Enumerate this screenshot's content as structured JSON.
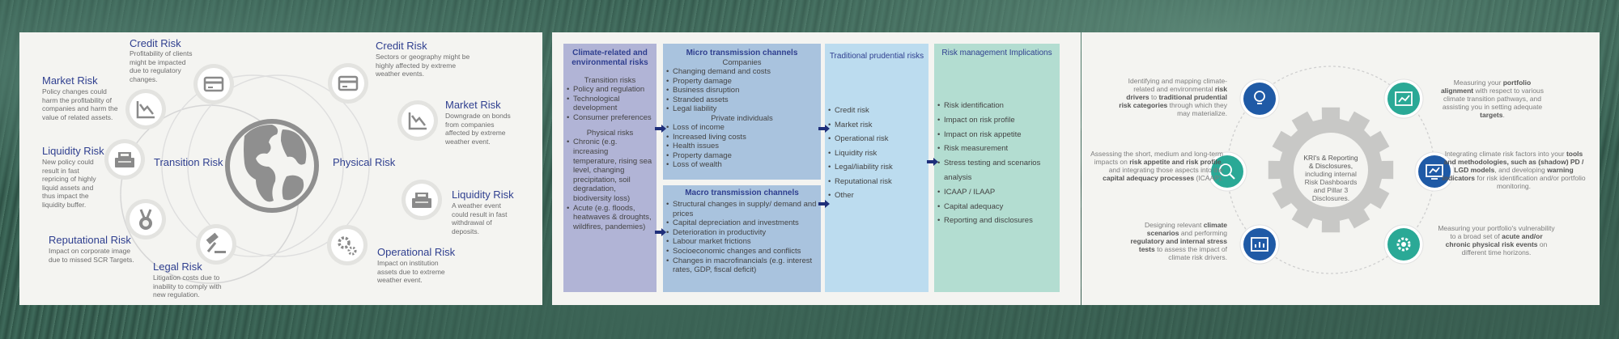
{
  "panel1": {
    "center_left": "Transition Risk",
    "center_right": "Physical Risk",
    "transition": [
      {
        "title": "Credit Risk",
        "desc": "Profitability of clients might be impacted due to regulatory changes.",
        "icon": "credit-card-icon"
      },
      {
        "title": "Market Risk",
        "desc": "Policy changes could harm the profitability of companies and harm the value of related assets.",
        "icon": "chart-down-icon"
      },
      {
        "title": "Liquidity Risk",
        "desc": "New policy could result in fast repricing of highly liquid assets and thus impact the liquidity buffer.",
        "icon": "cash-register-icon"
      },
      {
        "title": "Reputational Risk",
        "desc": "Impact on corporate image due to missed SCR Targets.",
        "icon": "medal-icon"
      },
      {
        "title": "Legal Risk",
        "desc": "Litigation costs due to inability to comply with new regulation.",
        "icon": "gavel-icon"
      }
    ],
    "physical": [
      {
        "title": "Credit Risk",
        "desc": "Sectors or geography might be highly affected by extreme weather events.",
        "icon": "credit-card-icon"
      },
      {
        "title": "Market Risk",
        "desc": "Downgrade on bonds from companies affected by extreme weather event.",
        "icon": "chart-down-icon"
      },
      {
        "title": "Liquidity Risk",
        "desc": "A weather event could result in fast withdrawal of deposits.",
        "icon": "cash-register-icon"
      },
      {
        "title": "Operational Risk",
        "desc": "Impact on institution assets due to extreme weather event.",
        "icon": "gears-icon"
      }
    ]
  },
  "panel2": {
    "col1": {
      "title": "Climate-related and environmental risks",
      "sub1": "Transition risks",
      "items1": [
        "Policy and regulation",
        "Technological development",
        "Consumer preferences"
      ],
      "sub2": "Physical risks",
      "items2": [
        "Chronic (e.g. increasing temperature, rising sea level, changing precipitation, soil degradation, biodiversity loss)",
        "Acute (e.g. floods, heatwaves & droughts, wildfires, pandemies)"
      ]
    },
    "col2a": {
      "title": "Micro transmission channels",
      "sub1": "Companies",
      "items1": [
        "Changing demand and costs",
        "Property damage",
        "Business disruption",
        "Stranded assets",
        "Legal liability"
      ],
      "sub2": "Private individuals",
      "items2": [
        "Loss of income",
        "Increased living costs",
        "Health issues",
        "Property damage",
        "Loss of wealth"
      ]
    },
    "col2b": {
      "title": "Macro transmission channels",
      "items": [
        "Structural changes in supply/ demand and prices",
        "Capital depreciation and investments",
        "Deterioration in productivity",
        "Labour market frictions",
        "Socioeconomic changes and conflicts",
        "Changes in macrofinancials (e.g. interest rates, GDP, fiscal deficit)"
      ]
    },
    "col3": {
      "title": "Traditional prudential risks",
      "items": [
        "Credit risk",
        "Market risk",
        "Operational risk",
        "Liquidity risk",
        "Legal/liability risk",
        "Reputational risk",
        "Other"
      ]
    },
    "col4": {
      "title": "Risk management Implications",
      "items": [
        "Risk identification",
        "Impact on risk profile",
        "Impact on risk appetite",
        "Risk measurement",
        "Stress testing and scenarios analysis",
        "ICAAP / ILAAP",
        "Capital adequacy",
        "Reporting and disclosures"
      ]
    }
  },
  "panel3": {
    "gear_lines": [
      "KRI's & Reporting",
      "& Disclosures,",
      "including internal",
      "Risk Dashboards",
      "and Pillar 3",
      "Disclosures."
    ],
    "left1": [
      "Identifying and mapping climate-",
      "related and environmental ",
      "risk",
      "drivers",
      " to ",
      "traditional prudential",
      "risk categories",
      " through which they may materialize."
    ],
    "left2": [
      "Assessing the short, medium and long-term impacts on ",
      "risk appetite and risk profile",
      ", and integrating those aspects into the ",
      "capital adequacy processes",
      " (ICAAP)."
    ],
    "left3": [
      "Designing relevant ",
      "climate scenarios",
      " and performing ",
      "regulatory and internal stress tests",
      " to assess the impact of climate risk drivers."
    ],
    "right1": [
      "Measuring your ",
      "portfolio alignment",
      " with respect to various climate transition pathways, and assisting you in setting adequate ",
      "targets",
      "."
    ],
    "right2": [
      "Integrating climate risk factors into your ",
      "tools and methodologies, such as (shadow) PD / LGD models",
      ", and developing ",
      "warning indicators",
      " for risk identification and/or portfolio monitoring."
    ],
    "right3": [
      "Measuring your portfolio's vulnerability to a broad set of ",
      "acute and/or chronic physical risk events",
      " on different time horizons."
    ],
    "icons": [
      "lightbulb-icon",
      "magnifier-icon",
      "dashboard-icon",
      "bar-chart-icon",
      "monitor-chart-icon",
      "settings-icon"
    ],
    "color_blue": "#1f5aa6",
    "color_teal": "#2aa996"
  }
}
